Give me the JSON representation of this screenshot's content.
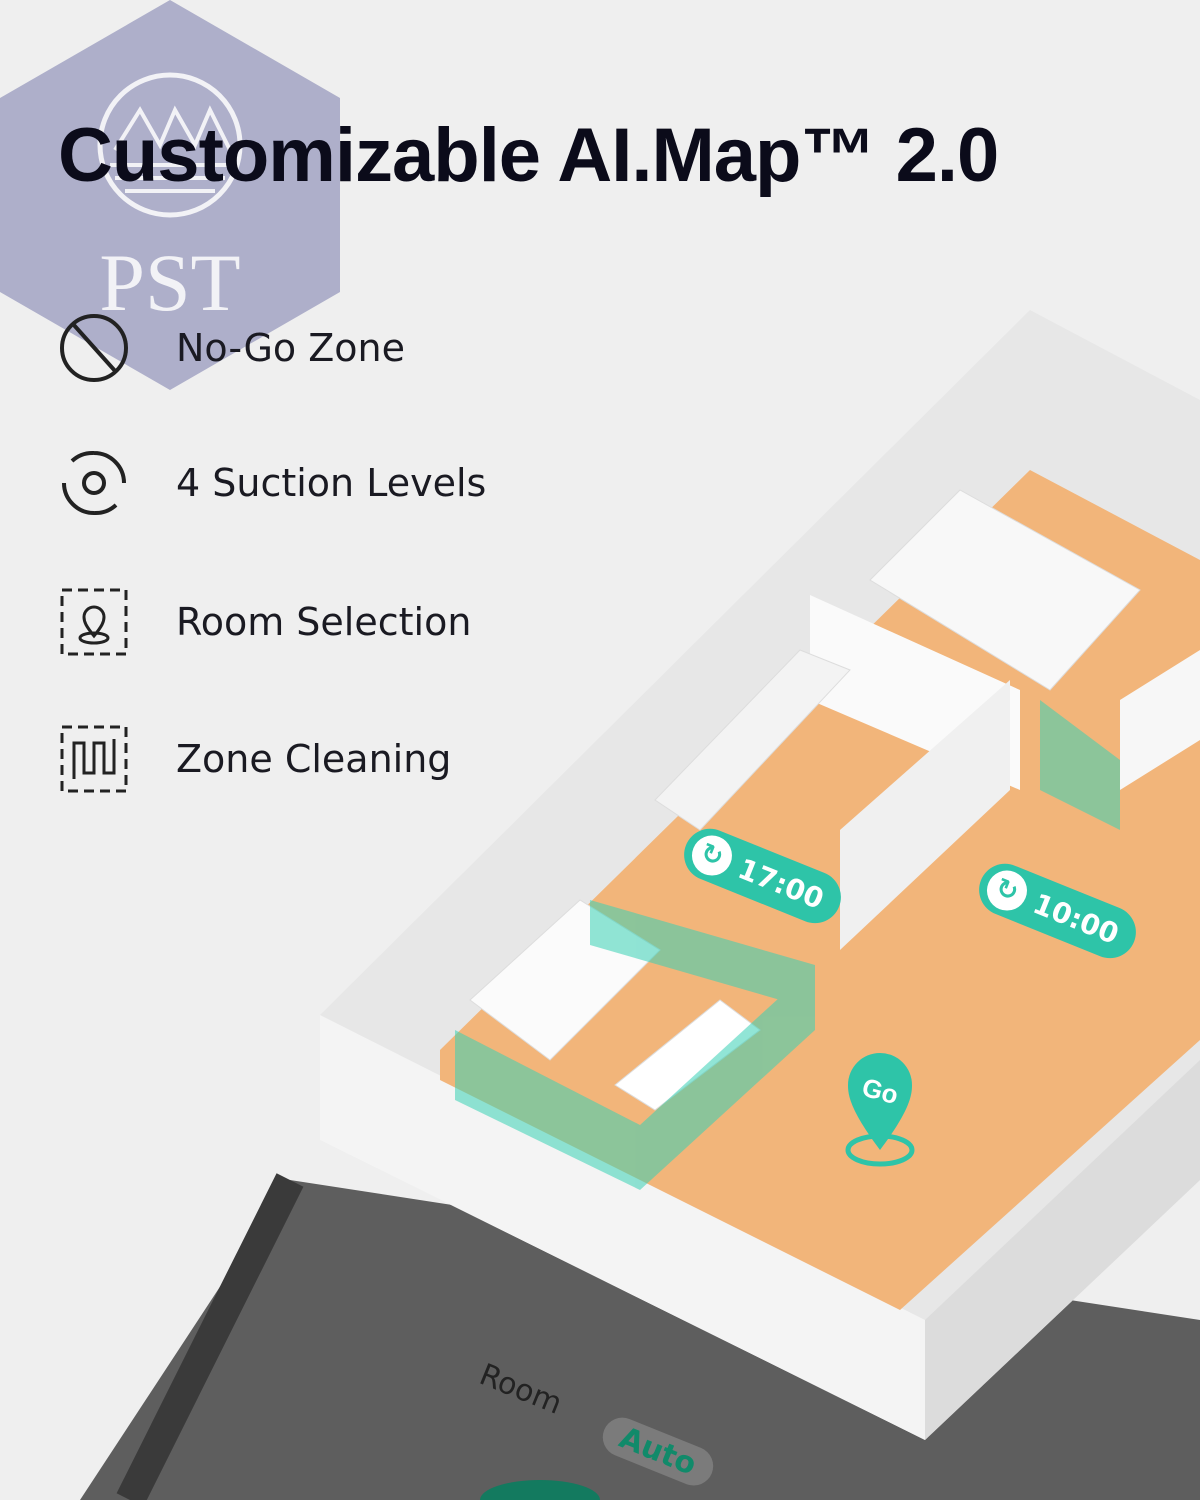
{
  "title": "Customizable AI.Map™ 2.0",
  "watermark": {
    "text": "PST",
    "color": "#a3a4c4"
  },
  "features": [
    {
      "icon": "no-go-icon",
      "label": "No-Go Zone"
    },
    {
      "icon": "suction-icon",
      "label": "4 Suction Levels"
    },
    {
      "icon": "room-selection-icon",
      "label": "Room Selection"
    },
    {
      "icon": "zone-cleaning-icon",
      "label": "Zone Cleaning"
    }
  ],
  "map": {
    "schedule_1": "17:00",
    "schedule_2": "10:00",
    "go_label": "Go"
  },
  "phone": {
    "mode_room": "Room",
    "mode_auto": "Auto"
  },
  "colors": {
    "accent": "#2ec4a8",
    "floor": "#f2b57a",
    "wall": "#ffffff",
    "text": "#0b0b1a"
  }
}
